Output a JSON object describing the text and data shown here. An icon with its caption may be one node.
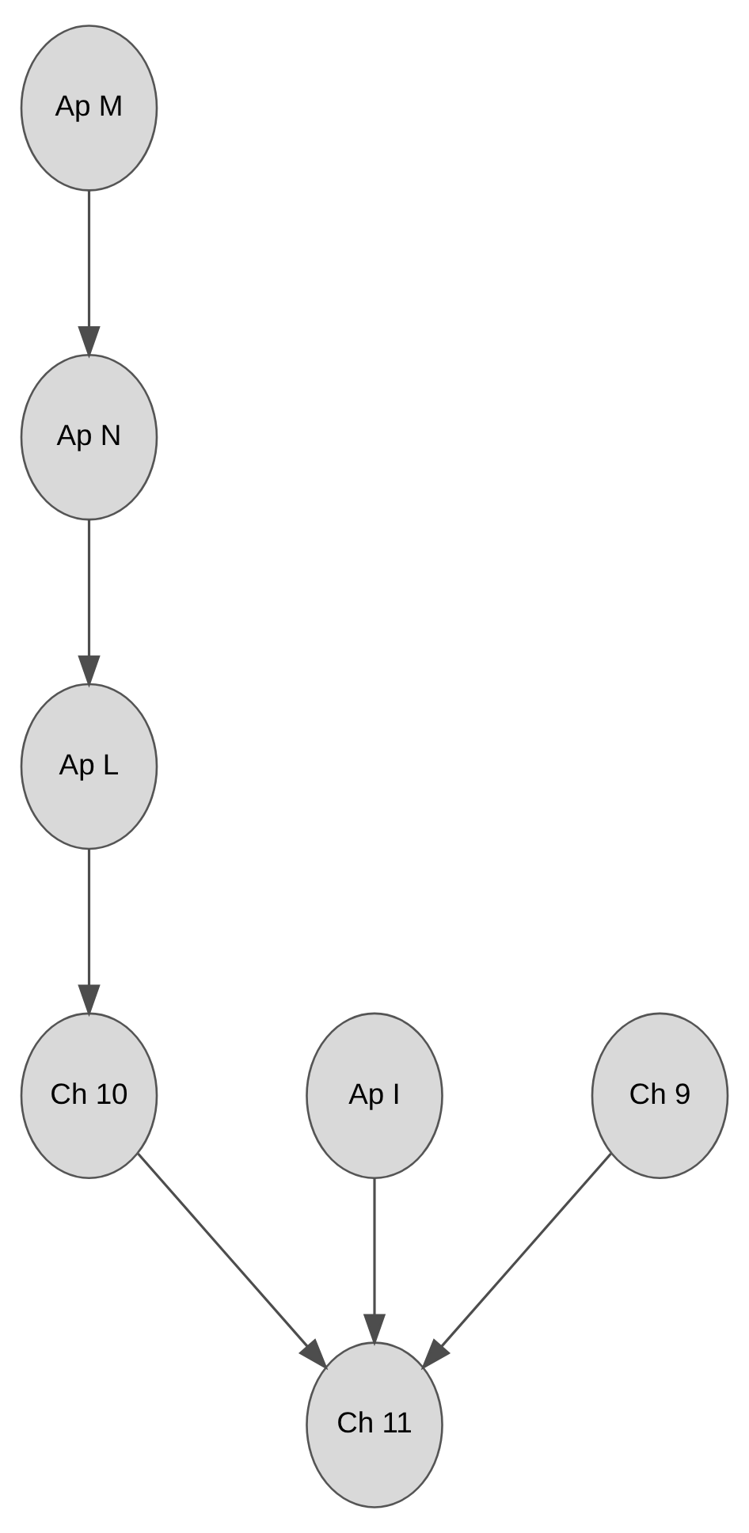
{
  "diagram": {
    "nodes": [
      {
        "text": [
          "Ap M"
        ]
      },
      {
        "text": [
          "Ap N"
        ]
      },
      {
        "text": [
          "Ap L"
        ]
      },
      {
        "text": [
          "Ch 10"
        ]
      },
      {
        "text": [
          "Ap I"
        ]
      },
      {
        "text": [
          "Ch 9"
        ]
      },
      {
        "text": [
          "Ch 11"
        ]
      }
    ],
    "edges": [
      {
        "from": 0,
        "to": 1,
        "arrow": "to"
      },
      {
        "from": 1,
        "to": 2,
        "arrow": "to"
      },
      {
        "from": 2,
        "to": 3,
        "arrow": "to"
      },
      {
        "from": 3,
        "to": 6,
        "arrow": "to"
      },
      {
        "from": 4,
        "to": 6,
        "arrow": "to"
      },
      {
        "from": 5,
        "to": 6,
        "arrow": "to"
      }
    ]
  }
}
